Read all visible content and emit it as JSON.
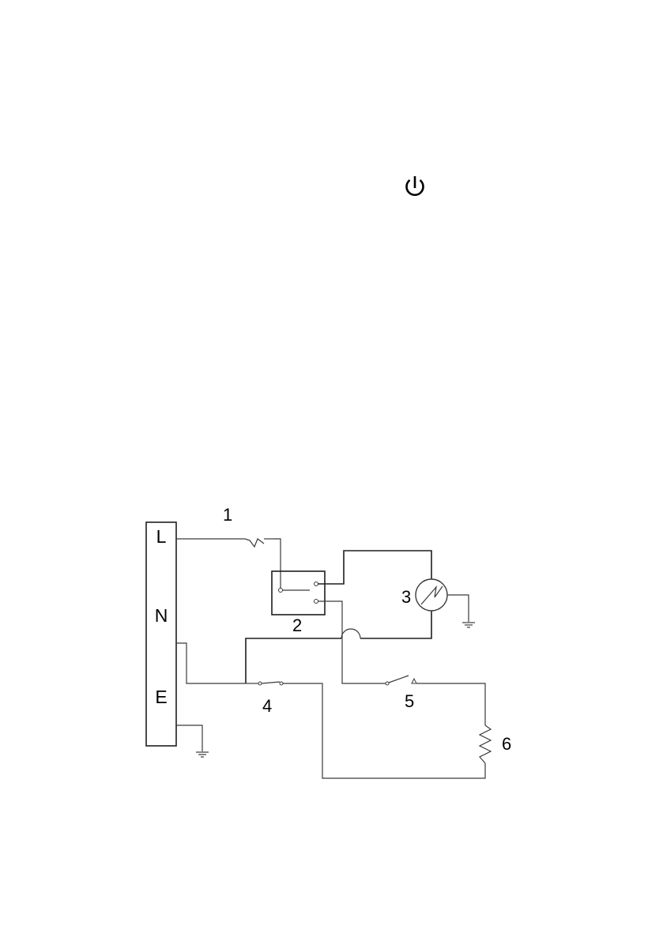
{
  "terminal_block": {
    "labels": [
      "L",
      "N",
      "E"
    ]
  },
  "components": [
    {
      "label": "1",
      "kind": "thermal-fuse"
    },
    {
      "label": "2",
      "kind": "relay"
    },
    {
      "label": "3",
      "kind": "compressor-motor"
    },
    {
      "label": "4",
      "kind": "door-switch"
    },
    {
      "label": "5",
      "kind": "thermostat-switch"
    },
    {
      "label": "6",
      "kind": "heater-resistor"
    }
  ],
  "icons": {
    "power": "power-icon",
    "ground": "ground-icon"
  }
}
